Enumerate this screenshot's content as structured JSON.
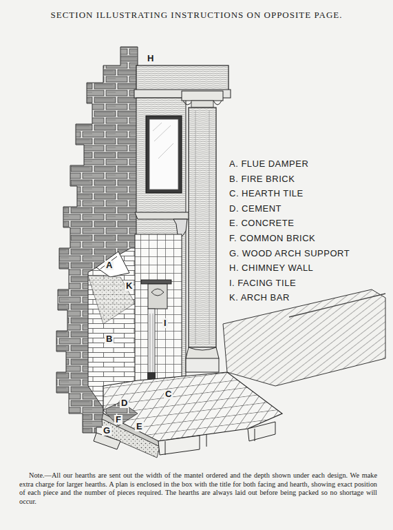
{
  "diagram": {
    "title": "SECTION ILLUSTRATING INSTRUCTIONS ON OPPOSITE PAGE.",
    "caption": "Note.—All our hearths are sent out the width of the mantel ordered and the depth shown under each design. We make extra charge for larger hearths. A plan is enclosed in the box with the title for both facing and hearth, showing exact position of each piece and the number of pieces required. The hearths are always laid out before being packed so no shortage will occur.",
    "labels": [
      "H",
      "A",
      "K",
      "B",
      "I",
      "C",
      "D",
      "F",
      "G",
      "E",
      "A. FLUE DAMPER",
      "B. FIRE BRICK",
      "C. HEARTH TILE",
      "D. CEMENT",
      "E. CONCRETE",
      "F. COMMON BRICK",
      "G. WOOD ARCH SUPPORT",
      "H. CHIMNEY WALL",
      "I. FACING TILE",
      "K. ARCH BAR"
    ]
  }
}
